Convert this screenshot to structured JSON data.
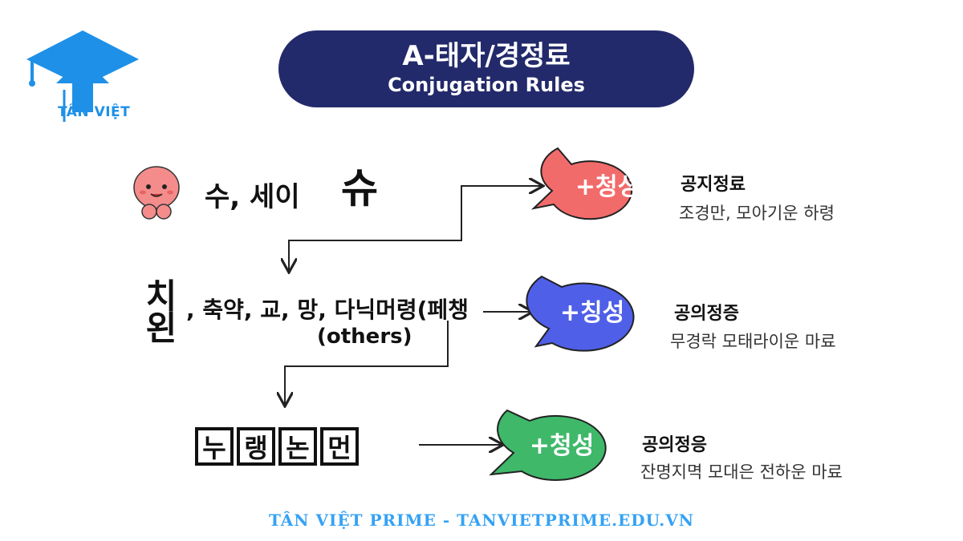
{
  "logo": {
    "text": "TÂN VIỆT",
    "icon": "graduation-cap-arrow-icon",
    "color": "#1e90e8"
  },
  "title": {
    "main": "A-태자/경정료",
    "sub": "Conjugation Rules",
    "bg": "#232a6b"
  },
  "rows": [
    {
      "mascot": "pink-blob-mascot-icon",
      "text": "수, 세이",
      "big": "슈"
    },
    {
      "big": "치 왼",
      "text": ", 축약, 교, 망, 다닉머령(페챙",
      "sub": "(others)"
    },
    {
      "boxes": [
        "누",
        "랭",
        "논",
        "먼"
      ]
    }
  ],
  "bubbles": [
    {
      "label": "+청성",
      "color": "#f26b6b"
    },
    {
      "label": "+칭성",
      "color": "#4f5fe8"
    },
    {
      "label": "+청성",
      "color": "#3fb86a"
    }
  ],
  "descriptions": [
    {
      "title": "공지정료",
      "body": "조경만, 모아기운 하령"
    },
    {
      "title": "공의정증",
      "body": "무경락 모태라이운 마료"
    },
    {
      "title": "공의정응",
      "body": "잔명지멱 모대은 전하운 마료"
    }
  ],
  "footer": "TÂN VIỆT PRIME - TANVIETPRIME.EDU.VN"
}
